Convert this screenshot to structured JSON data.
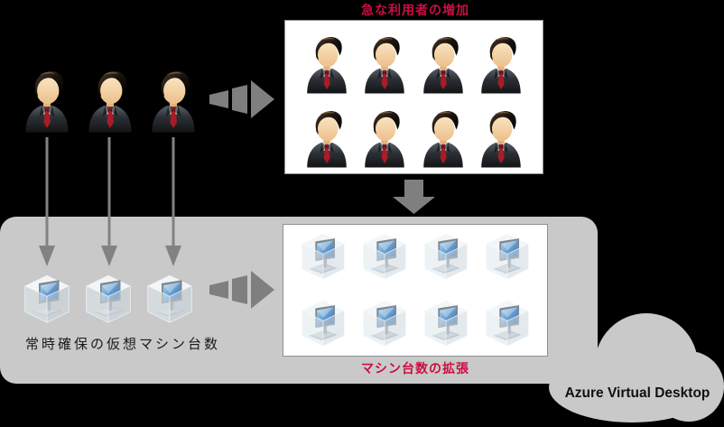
{
  "background_color": "#000000",
  "top_section": {
    "title": "急な利用者の増加",
    "title_color": "#cb0e42",
    "left_user_count": 3,
    "expanded_user_count": 8
  },
  "cloud_section": {
    "reserved_vm_count": 3,
    "expanded_vm_count": 8,
    "reserved_label": "常時確保の仮想マシン台数",
    "expansion_label": "マシン台数の拡張",
    "expansion_label_color": "#cb0e42",
    "brand_label": "Azure Virtual Desktop",
    "cloud_color": "#c9c9c9"
  },
  "icons": {
    "user": "businessman-icon",
    "vm": "virtual-machine-cube-icon",
    "arrow_right": "tapered-right-arrow-icon",
    "arrow_down": "block-down-arrow-icon",
    "arrow_vertical": "thin-down-arrow-icon"
  },
  "colors": {
    "arrow_gray": "#7f7f7f",
    "panel_background": "#ffffff",
    "panel_border": "#909090",
    "text_black": "#1a1a1a"
  }
}
